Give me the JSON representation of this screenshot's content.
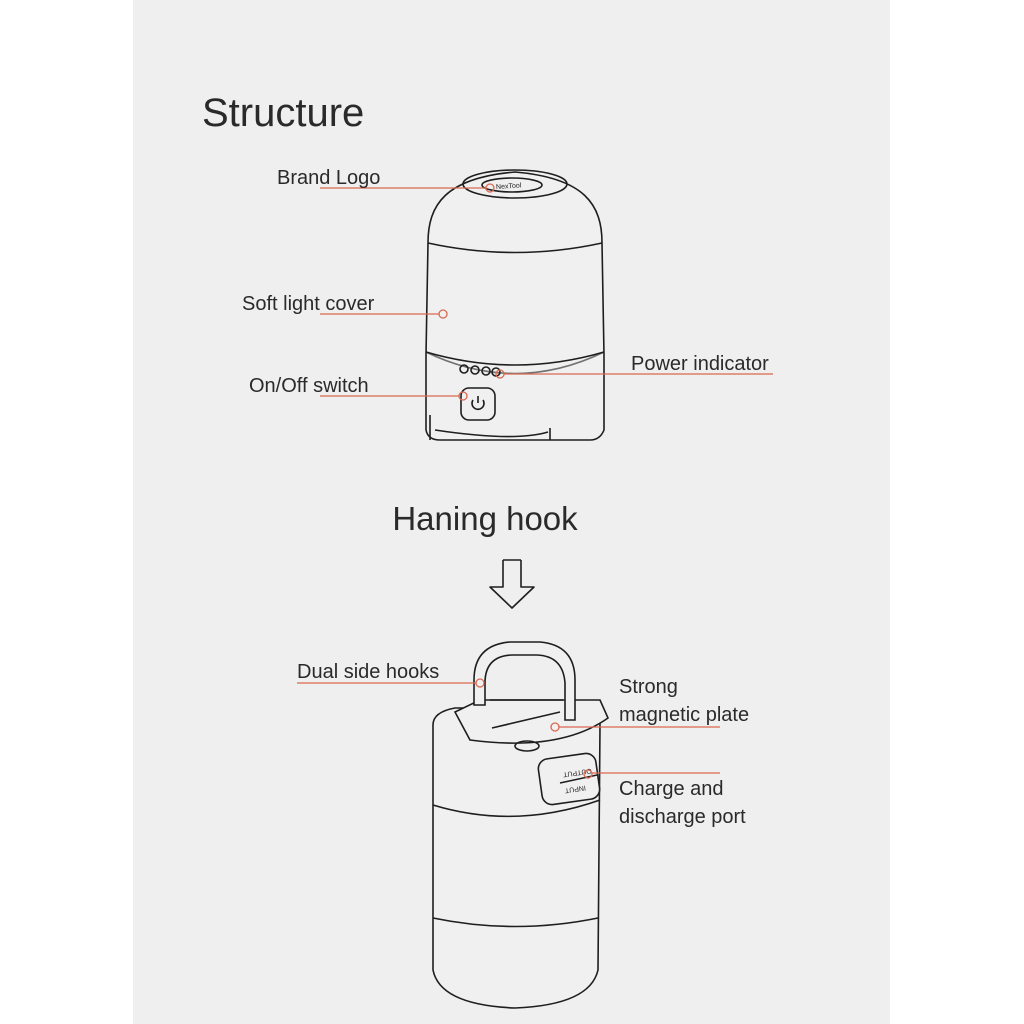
{
  "title": "Structure",
  "top_view": {
    "labels": {
      "brand_logo": "Brand Logo",
      "soft_light_cover": "Soft light cover",
      "on_off_switch": "On/Off switch",
      "power_indicator": "Power indicator"
    }
  },
  "transition": {
    "heading": "Haning hook",
    "arrow_icon": "down-arrow-icon"
  },
  "bottom_view": {
    "labels": {
      "dual_side_hooks": "Dual side hooks",
      "magnetic_plate_line1": "Strong",
      "magnetic_plate_line2": "magnetic plate",
      "port_line1": "Charge and",
      "port_line2": "discharge port",
      "port_output": "OUTPUT",
      "port_input": "INPUT"
    }
  },
  "colors": {
    "panel": "#efefef",
    "callout": "#d9684f",
    "outline": "#1e1e1e"
  }
}
